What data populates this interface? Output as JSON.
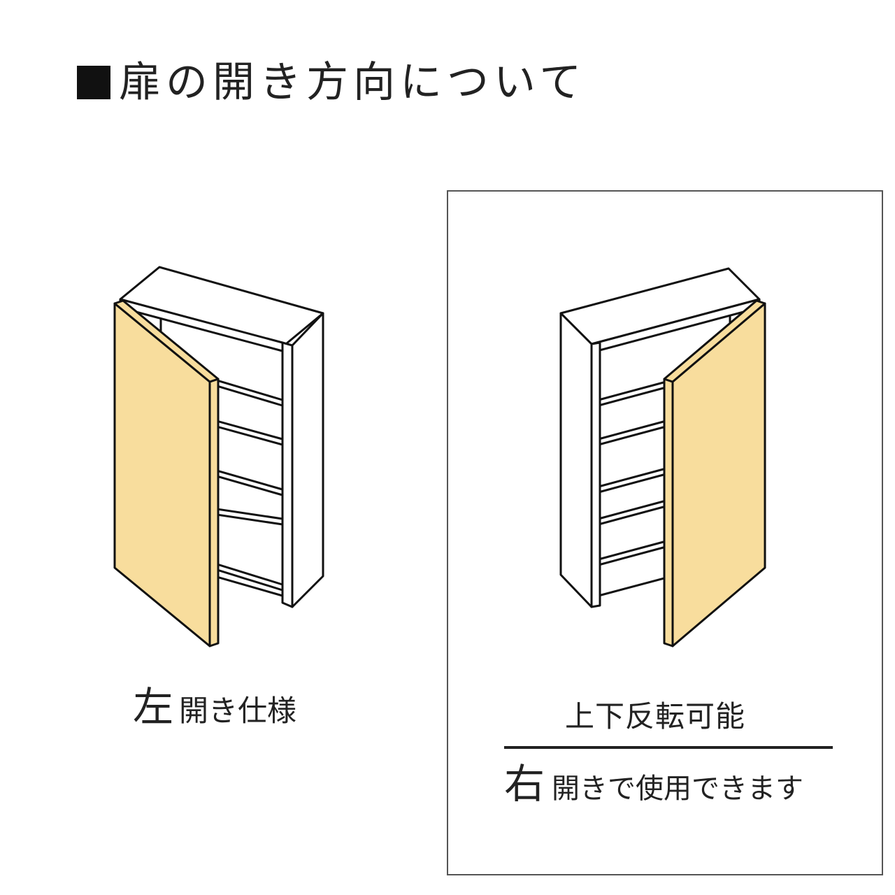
{
  "header": {
    "title": "扉の開き方向について"
  },
  "left_panel": {
    "caption_emphasis": "左",
    "caption_rest": "開き仕様"
  },
  "right_panel": {
    "caption_upper": "上下反転可能",
    "caption_emphasis": "右",
    "caption_rest": "開きで使用できます"
  },
  "colors": {
    "door_fill": "#F8DD9D",
    "line": "#111111",
    "box_border": "#555555"
  }
}
